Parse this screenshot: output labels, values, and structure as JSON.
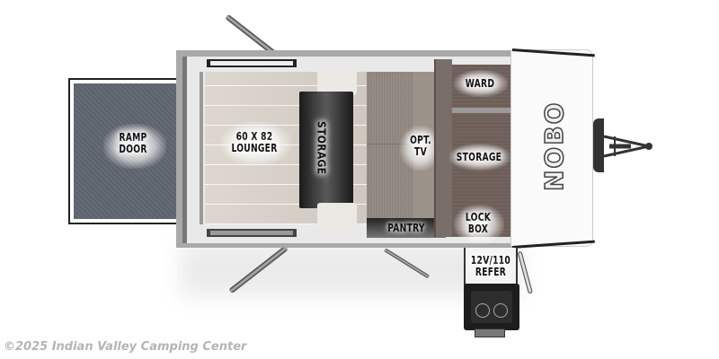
{
  "floorplan": {
    "rooms": {
      "ramp_door": "RAMP\nDOOR",
      "lounger": "60 X 82\nLOUNGER",
      "storage_bench": "STORAGE",
      "opt_tv": "OPT.\nTV",
      "pantry": "PANTRY",
      "ward": "WARD",
      "storage_cabinet": "STORAGE",
      "lock_box": "LOCK\nBOX",
      "refer": "12V/110\nREFER"
    },
    "brand_logo": "NOBO"
  },
  "footer": {
    "watermark": "©2025 Indian Valley Camping Center"
  },
  "colors": {
    "ramp": "#5f6670",
    "cabinet": "#6e5f58",
    "carpet": "#8f877f",
    "floor": "#d6d0c8"
  }
}
